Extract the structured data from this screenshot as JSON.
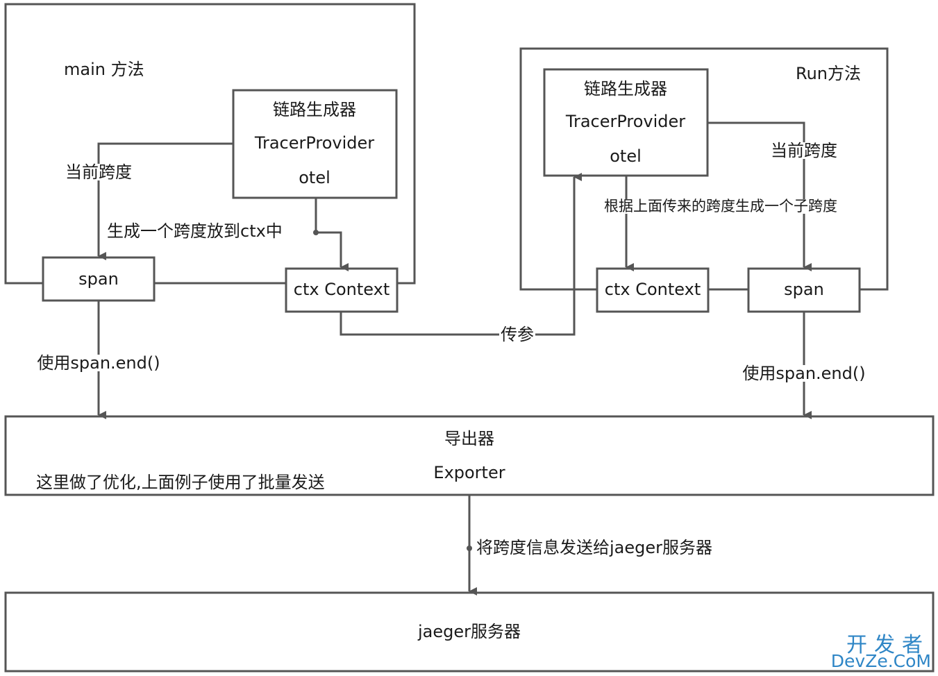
{
  "main_method": {
    "title": "main 方法",
    "tracer_provider": {
      "line1": "链路生成器",
      "line2": "TracerProvider",
      "line3": "otel"
    },
    "current_span_label": "当前跨度",
    "span": "span",
    "ctx": "ctx Context",
    "put_in_ctx_label": "生成一个跨度放到ctx中",
    "end_label": "使用span.end()"
  },
  "run_method": {
    "title": "Run方法",
    "tracer_provider": {
      "line1": "链路生成器",
      "line2": "TracerProvider",
      "line3": "otel"
    },
    "current_span_label": "当前跨度",
    "child_span_label": "根据上面传来的跨度生成一个子跨度",
    "span": "span",
    "ctx": "ctx Context",
    "end_label": "使用span.end()"
  },
  "pass_param_label": "传参",
  "exporter": {
    "line1": "导出器",
    "line2": "Exporter",
    "note": "这里做了优化,上面例子使用了批量发送"
  },
  "send_label": "将跨度信息发送给jaeger服务器",
  "jaeger": {
    "label": "jaeger服务器"
  },
  "watermark": {
    "line1": "开发者",
    "line2": "DevZe.CoM"
  },
  "colors": {
    "stroke": "#555555",
    "text": "#1a1a1a",
    "watermark": "#2f86c6"
  }
}
